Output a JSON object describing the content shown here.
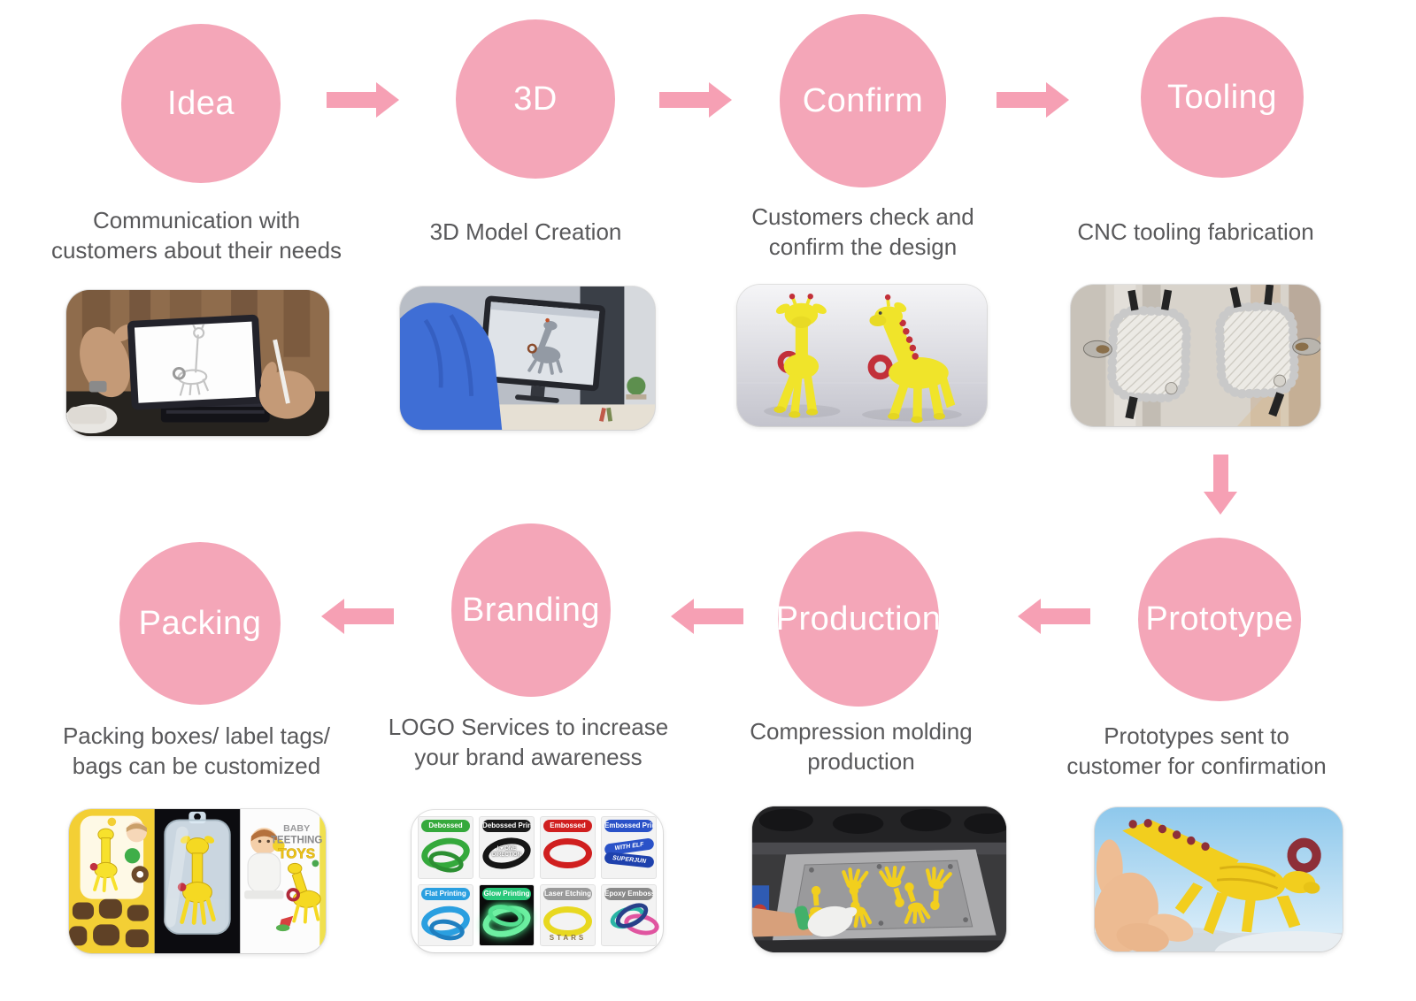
{
  "colors": {
    "circle_pink": "#f4a6b8",
    "arrow_pink": "#f6a0b4",
    "caption_gray": "#58585a"
  },
  "steps": [
    {
      "label": "Idea",
      "caption_lines": [
        "Communication with",
        "customers about their needs"
      ]
    },
    {
      "label": "3D",
      "caption_lines": [
        "3D Model Creation"
      ]
    },
    {
      "label": "Confirm",
      "caption_lines": [
        "Customers check and",
        "confirm the design"
      ]
    },
    {
      "label": "Tooling",
      "caption_lines": [
        "CNC tooling fabrication"
      ]
    },
    {
      "label": "Prototype",
      "caption_lines": [
        "Prototypes sent to",
        "customer for confirmation"
      ]
    },
    {
      "label": "Production",
      "caption_lines": [
        "Compression molding",
        "production"
      ]
    },
    {
      "label": "Branding",
      "caption_lines": [
        "LOGO Services to increase",
        "your brand awareness"
      ]
    },
    {
      "label": "Packing",
      "caption_lines": [
        "Packing boxes/ label tags/",
        "bags can be customized"
      ]
    }
  ],
  "photos": {
    "packing": {
      "box_title_lines": [
        "BABY",
        "TEETHING",
        "TOYS"
      ]
    },
    "branding": {
      "tiles": [
        {
          "label": "Debossed"
        },
        {
          "label": "Debossed Printing",
          "band_text": "I ♥ ONE DIRECTION"
        },
        {
          "label": "Embossed"
        },
        {
          "label": "Embossed Printing",
          "band_text_lines": [
            "WITH ELF",
            "SUPERJUN"
          ]
        },
        {
          "label": "Flat Printing"
        },
        {
          "label": "Glow Printing"
        },
        {
          "label": "Laser Etching",
          "band_text": "STARS"
        },
        {
          "label": "Epoxy Embossed"
        }
      ]
    }
  }
}
